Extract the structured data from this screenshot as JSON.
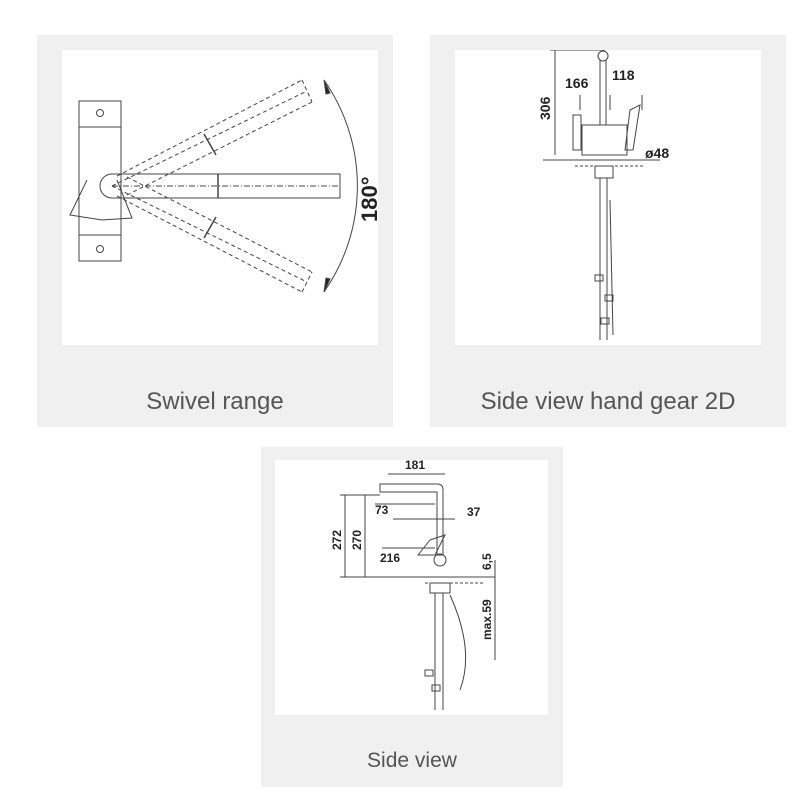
{
  "gallery": [
    {
      "caption": "Swivel range",
      "labels": {
        "angle": "180°"
      }
    },
    {
      "caption": "Side view hand gear 2D",
      "labels": {
        "height": "306",
        "reach": "166",
        "lever": "118",
        "diameter": "ø48"
      }
    },
    {
      "caption": "Side view",
      "labels": {
        "spout_reach": "181",
        "height_total": "272",
        "height": "270",
        "d73": "73",
        "d37": "37",
        "d216": "216",
        "d65": "6,5",
        "max_thickness": "max.59"
      }
    }
  ]
}
